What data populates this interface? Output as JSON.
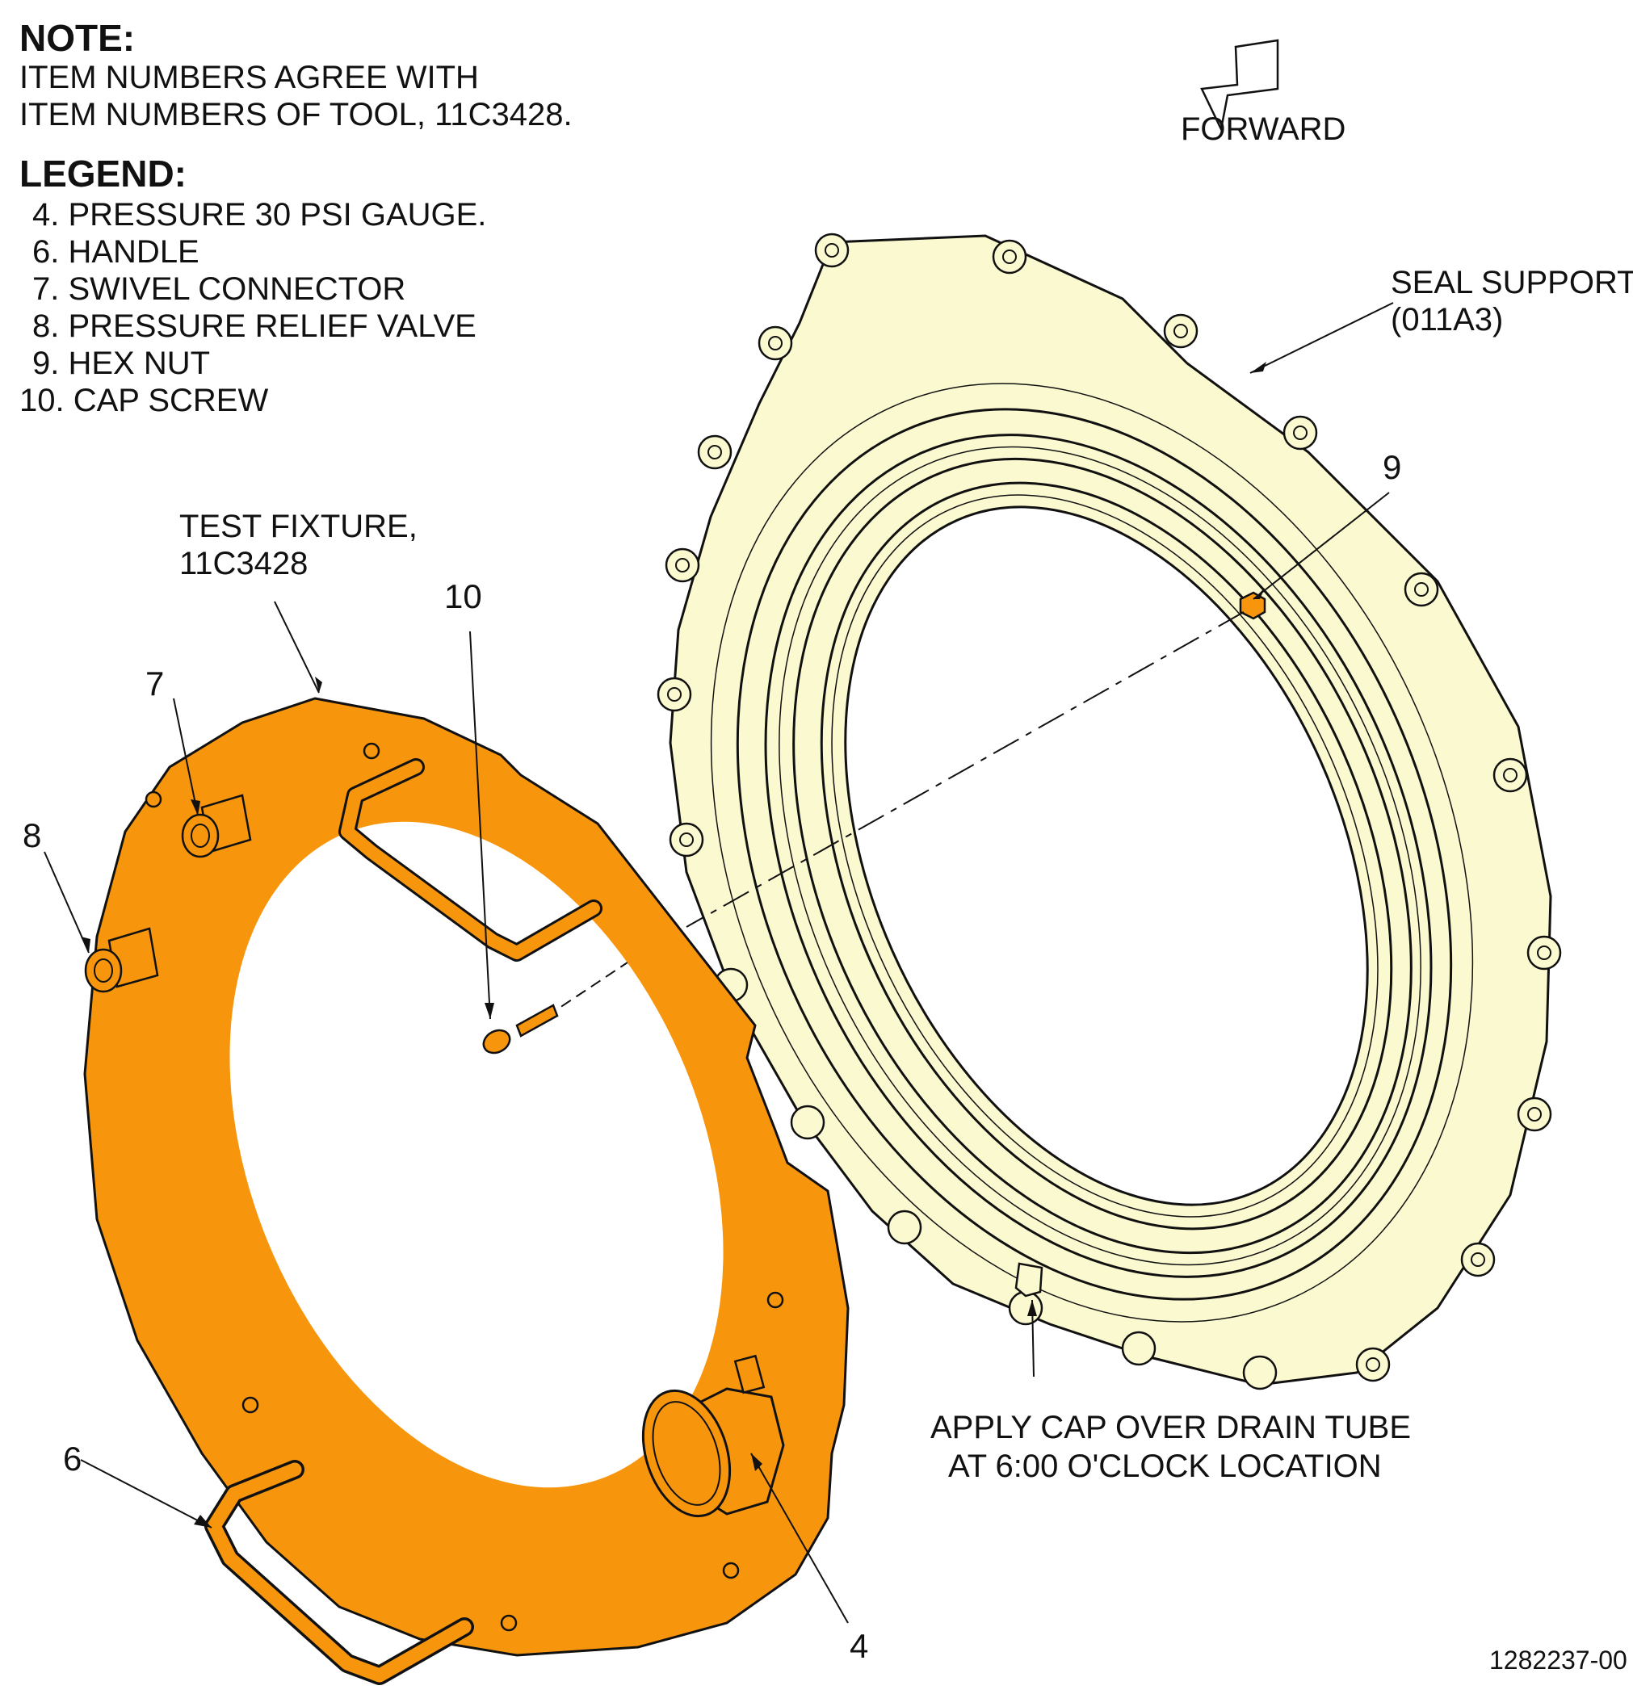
{
  "note": {
    "heading": "NOTE:",
    "line1": "ITEM NUMBERS AGREE WITH",
    "line2": "ITEM NUMBERS OF TOOL, 11C3428."
  },
  "legend": {
    "heading": "LEGEND:",
    "items": [
      "4. PRESSURE 30 PSI GAUGE.",
      "6. HANDLE",
      "7. SWIVEL CONNECTOR",
      "8. PRESSURE RELIEF VALVE",
      "9. HEX NUT",
      "10. CAP SCREW"
    ]
  },
  "forward_label": "FORWARD",
  "seal_support": {
    "line1": "SEAL SUPPORT",
    "line2": "(011A3)"
  },
  "test_fixture": {
    "line1": "TEST FIXTURE,",
    "line2": "11C3428"
  },
  "callouts": {
    "item4": "4",
    "item6": "6",
    "item7": "7",
    "item8": "8",
    "item9": "9",
    "item10": "10"
  },
  "drain_note": {
    "line1": "APPLY CAP OVER DRAIN TUBE",
    "line2": "AT 6:00 O'CLOCK LOCATION"
  },
  "figure_ref": "1282237-00",
  "colors": {
    "fixture_fill": "#f7960c",
    "seal_support_fill": "#fbf9cf",
    "line": "#111111"
  }
}
